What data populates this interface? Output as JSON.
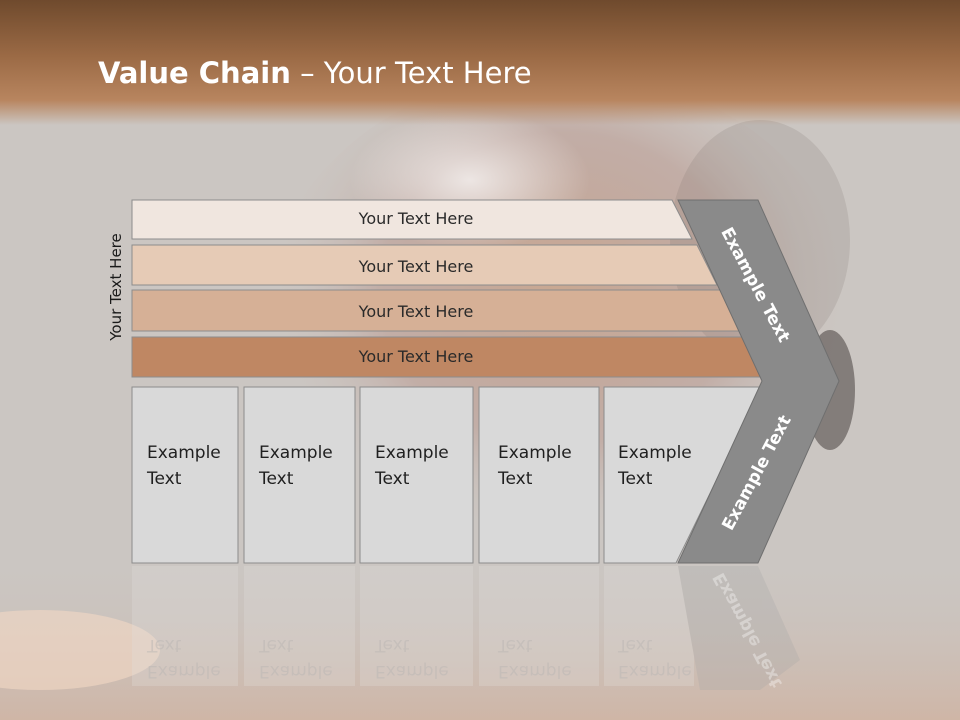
{
  "slide": {
    "title_bold": "Value Chain",
    "title_rest": " – Your Text Here",
    "side_label": "Your Text Here"
  },
  "bands": [
    "Your Text Here",
    "Your Text Here",
    "Your Text Here",
    "Your Text Here"
  ],
  "cells": [
    {
      "line1": "Example",
      "line2": "Text"
    },
    {
      "line1": "Example",
      "line2": "Text"
    },
    {
      "line1": "Example",
      "line2": "Text"
    },
    {
      "line1": "Example",
      "line2": "Text"
    },
    {
      "line1": "Example",
      "line2": "Text"
    }
  ],
  "chevron": {
    "upper": "Example Text",
    "lower": "Example Text"
  },
  "colors": {
    "header": "#9b6a45",
    "band1": "#f0e6df",
    "band2": "#e6cbb6",
    "band3": "#d6b096",
    "band4": "#bf8763",
    "cell": "#d9d9d9",
    "chevron": "#8a8a8a"
  }
}
